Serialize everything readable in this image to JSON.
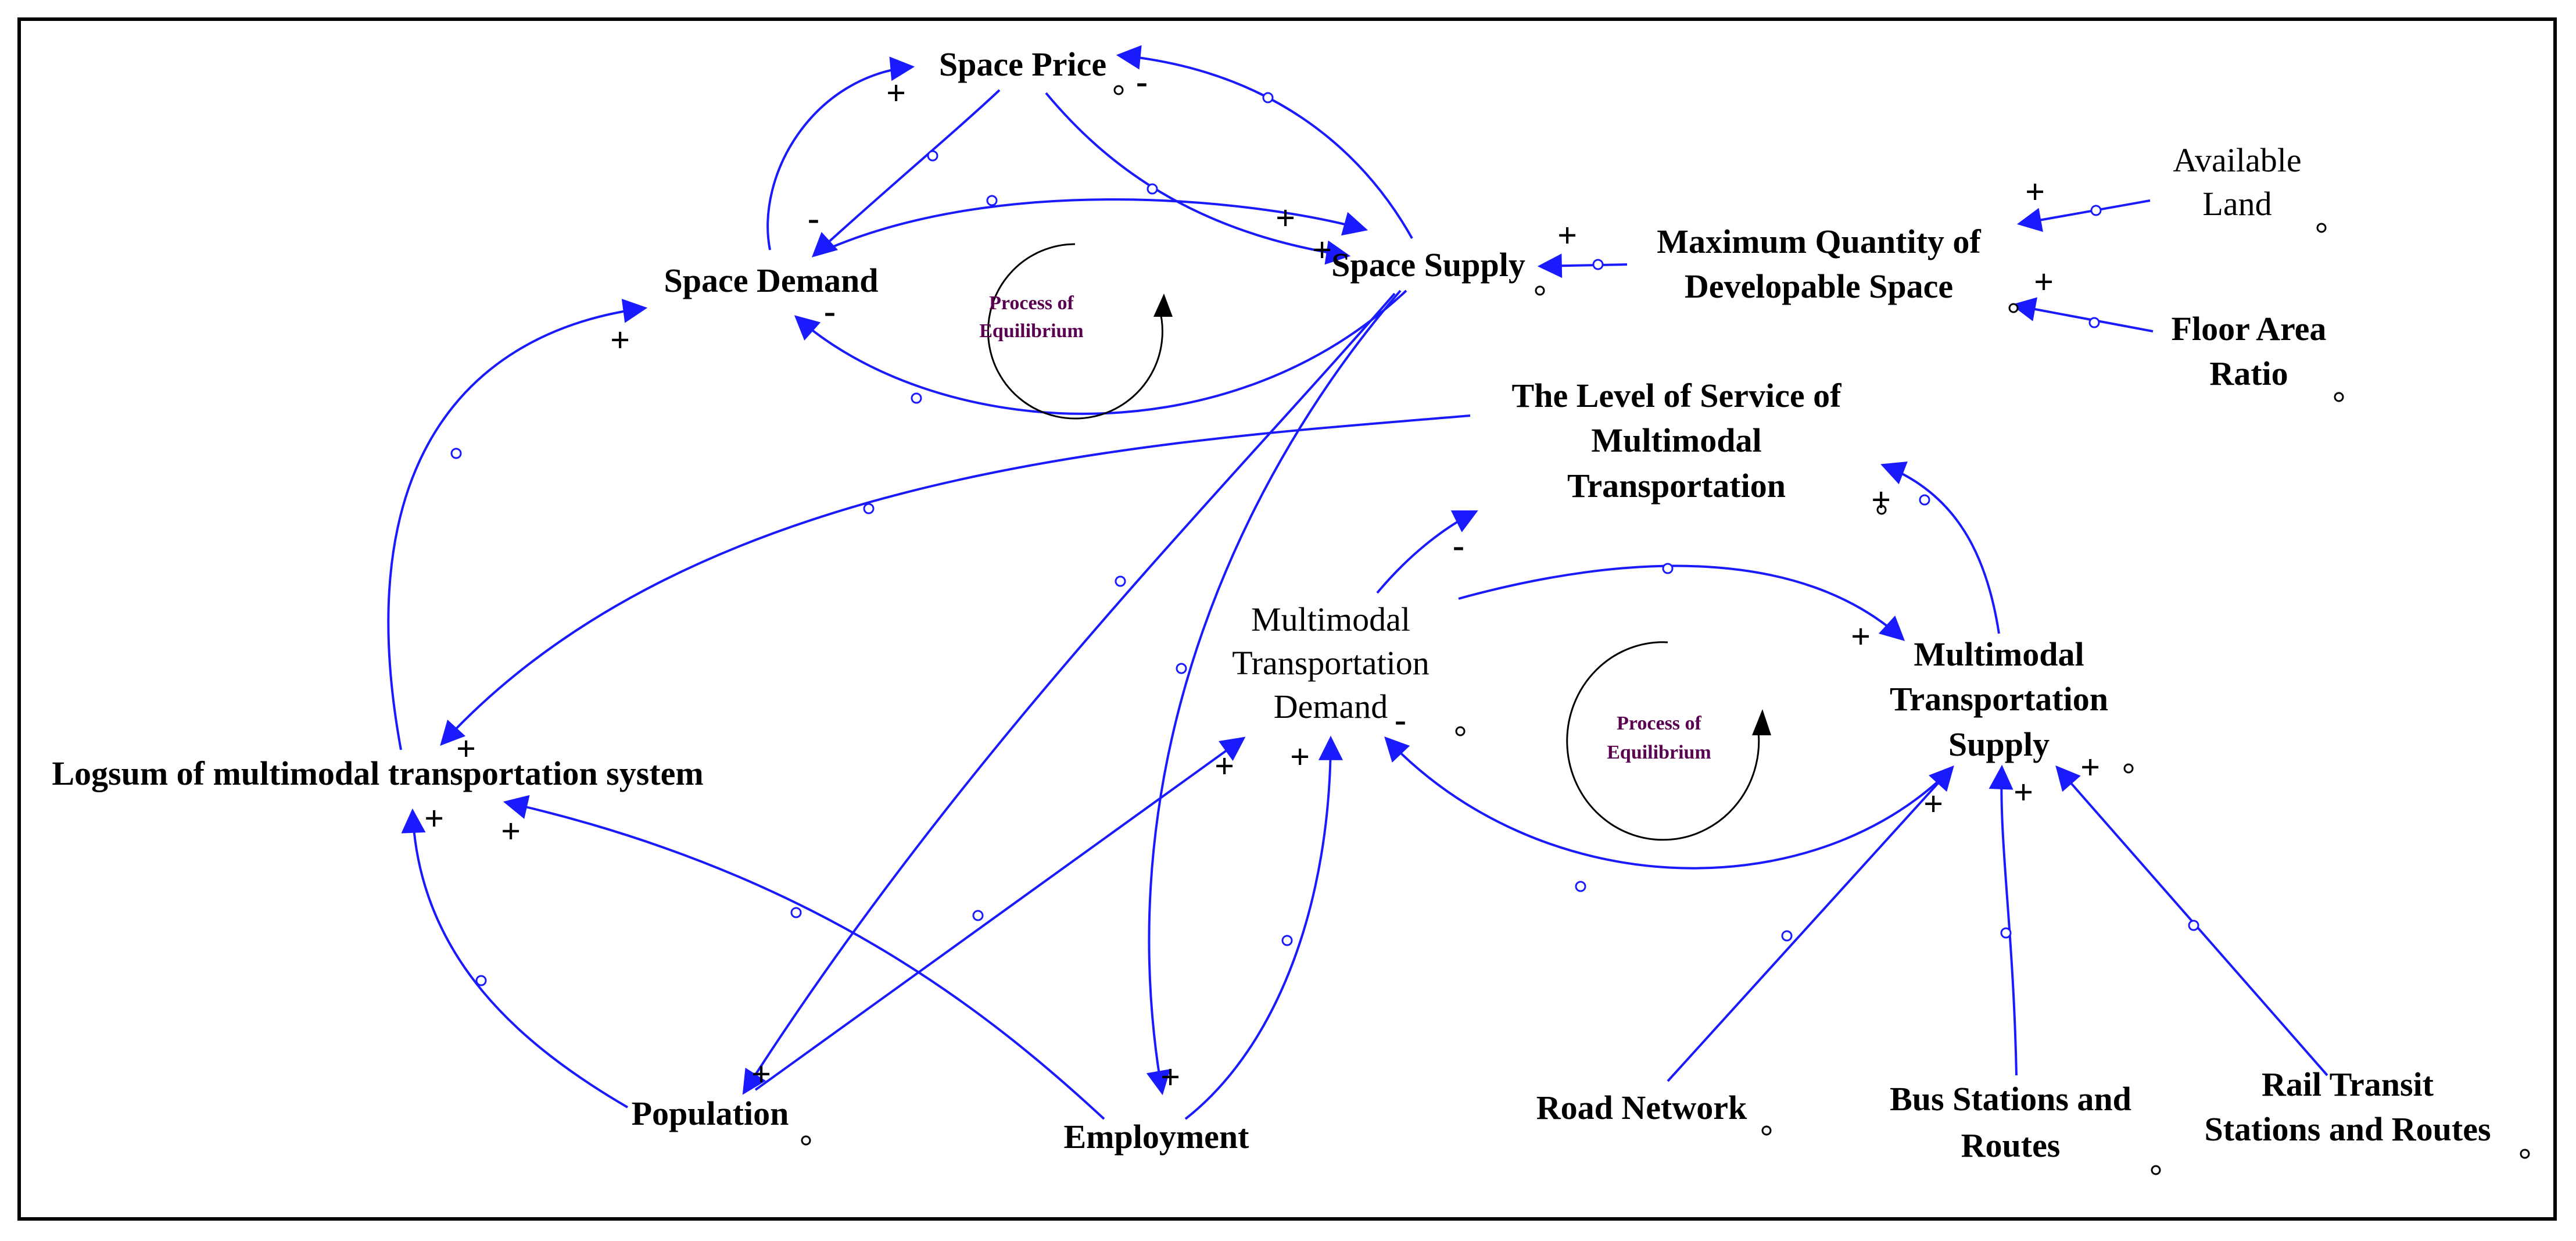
{
  "nodes": {
    "space_price": "Space Price",
    "space_demand": "Space Demand",
    "space_supply": "Space Supply",
    "max_space_1": "Maximum Quantity of",
    "max_space_2": "Developable Space",
    "available_land_1": "Available",
    "available_land_2": "Land",
    "far_1": "Floor Area",
    "far_2": "Ratio",
    "los_1": "The Level of Service of",
    "los_2": "Multimodal",
    "los_3": "Transportation",
    "mt_demand_1": "Multimodal",
    "mt_demand_2": "Transportation",
    "mt_demand_3": "Demand",
    "mt_supply_1": "Multimodal",
    "mt_supply_2": "Transportation",
    "mt_supply_3": "Supply",
    "logsum": "Logsum of multimodal transportation system",
    "population": "Population",
    "employment": "Employment",
    "road_network": "Road Network",
    "bus_1": "Bus Stations and",
    "bus_2": "Routes",
    "rail_1": "Rail Transit",
    "rail_2": "Stations and Routes"
  },
  "loops": {
    "loop1_line1": "Process of",
    "loop1_line2": "Equilibrium",
    "loop2_line1": "Process of",
    "loop2_line2": "Equilibrium"
  },
  "signs": {
    "plus": "+",
    "minus": "-"
  },
  "colors": {
    "edge": "#1a1aff",
    "text": "#000000",
    "loop_label": "#5a0050"
  }
}
